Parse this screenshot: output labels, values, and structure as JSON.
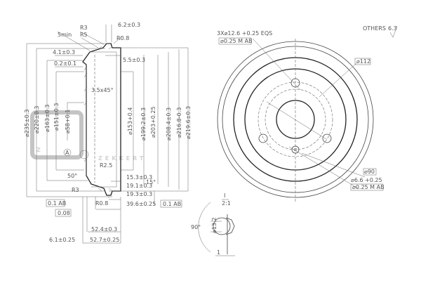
{
  "watermark": {
    "brand": "ZEKKERT"
  },
  "section_view": {
    "top_dims": {
      "d_6_2": "6.2±0.3",
      "r3_top": "R3",
      "r5": "R5",
      "min5": "5min",
      "r08_top": "R0.8",
      "d_4_1": "4.1±0.3",
      "d_0_2": "0.2±0.1",
      "d_5_5": "5.5±0.3",
      "chamfer": "3.5x45°"
    },
    "left_diameters": [
      "⌀235±0.3",
      "⌀220±0.3",
      "⌀163±0.3",
      "⌀151±0.3",
      "⌀58+0.1"
    ],
    "right_diameters": [
      "⌀153+0.4",
      "⌀199.2±0.3",
      "⌀203+0.25",
      "⌀208.4±0.3",
      "⌀216.8-0.3",
      "⌀219.6±0.3"
    ],
    "bottom_labels": {
      "r25": "R2.5",
      "angle50": "50°",
      "r3_bot": "R3",
      "r08_bot": "R0.8",
      "angle15": "15°",
      "datum_a": "A"
    },
    "bottom_dims": [
      "15.3±0.3",
      "19.1±0.3",
      "19.3±0.3",
      "39.6±0.25",
      "52.4±0.3",
      "52.7±0.25",
      "6.1±0.25"
    ],
    "tolerances": {
      "runout_left": "0.1 AB",
      "flatness": "0.08",
      "runout_right": "0.1 AB"
    }
  },
  "front_view": {
    "others": "OTHERS",
    "roughness": "6.3",
    "bolt_holes": "3X⌀12.6 +0.25 EQS",
    "bolt_tol": "⌀0.25 M AB",
    "pcd": "⌀112",
    "d90": "⌀90",
    "small_hole": "⌀6.6 +0.25",
    "small_tol": "⌀0.25 M AB"
  },
  "detail": {
    "id": "I",
    "scale": "2:1",
    "angle": "90°",
    "diameter": "⌀13.2",
    "depth": "1"
  }
}
